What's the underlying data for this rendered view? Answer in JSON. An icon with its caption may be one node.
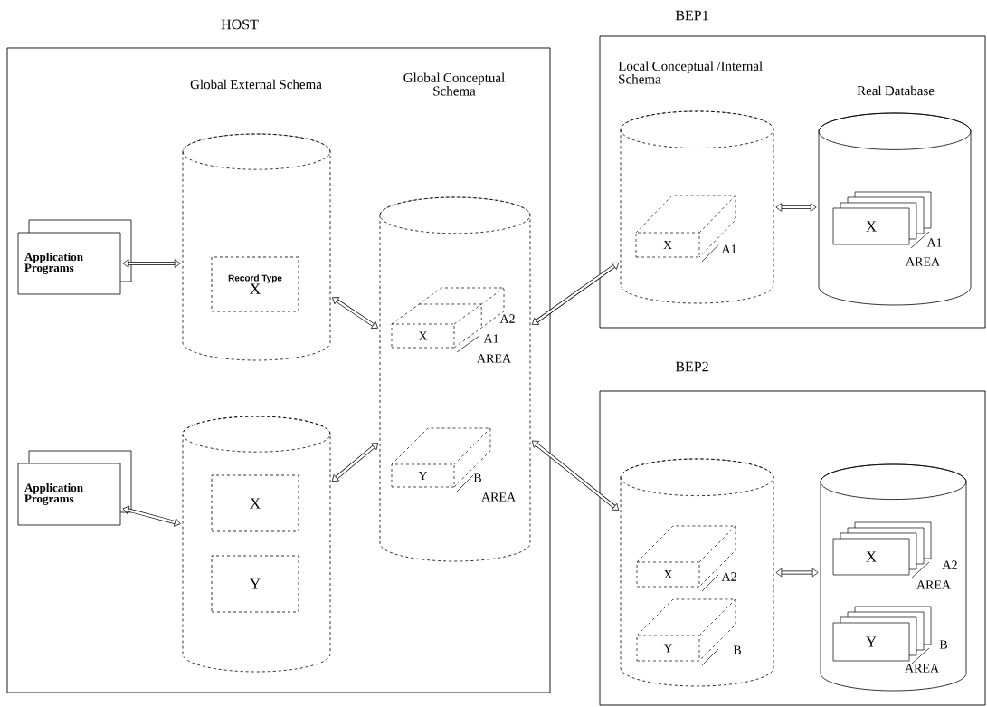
{
  "diagram": {
    "nodes": [
      {
        "text": [
          "HOST"
        ]
      },
      {
        "text": [
          "Application Programs"
        ],
        "in": 0
      },
      {
        "text": [],
        "shape": "cylinder",
        "in": 0
      },
      {
        "text": [
          "Record Type",
          "X"
        ],
        "in": 2
      },
      {
        "text": [
          "Application Programs"
        ],
        "in": 0
      },
      {
        "text": [],
        "shape": "cylinder",
        "in": 0
      },
      {
        "text": [
          "X"
        ],
        "in": 5
      },
      {
        "text": [
          "Y"
        ],
        "in": 5
      },
      {
        "text": [],
        "shape": "cylinder",
        "in": 0
      },
      {
        "text": [
          "X",
          "A1"
        ],
        "in": 8,
        "beside": [
          "A2",
          "AREA"
        ]
      },
      {
        "text": [
          "Y",
          "B"
        ],
        "in": 8,
        "beside": [
          "AREA"
        ]
      },
      {
        "text": [
          "BEP1"
        ]
      },
      {
        "text": [],
        "shape": "cylinder",
        "in": 11
      },
      {
        "text": [
          "X",
          "A1"
        ],
        "in": 12
      },
      {
        "text": [],
        "shape": "cylinder",
        "in": 11
      },
      {
        "text": [
          "X"
        ],
        "in": 14,
        "beside": [
          "A1",
          "AREA"
        ]
      },
      {
        "text": [
          "BEP2"
        ]
      },
      {
        "text": [],
        "shape": "cylinder",
        "in": 16
      },
      {
        "text": [
          "X",
          "A2"
        ],
        "in": 17
      },
      {
        "text": [
          "Y"
        ],
        "in": 17,
        "beside": [
          "B"
        ]
      },
      {
        "text": [],
        "shape": "cylinder",
        "in": 16
      },
      {
        "text": [
          "X"
        ],
        "in": 20,
        "beside": [
          "A2",
          "AREA"
        ]
      },
      {
        "text": [
          "Y"
        ],
        "in": 20,
        "beside": [
          "B",
          "AREA"
        ]
      }
    ],
    "edges": [
      {
        "from": 1,
        "to": 2,
        "arrow": "both"
      },
      {
        "from": 4,
        "to": 5,
        "arrow": "both"
      },
      {
        "from": 2,
        "to": 8,
        "arrow": "both"
      },
      {
        "from": 5,
        "to": 8,
        "arrow": "both"
      },
      {
        "from": 8,
        "to": 12,
        "arrow": "both"
      },
      {
        "from": 8,
        "to": 17,
        "arrow": "both"
      },
      {
        "from": 12,
        "to": 14,
        "arrow": "both"
      },
      {
        "from": 17,
        "to": 20,
        "arrow": "both"
      }
    ],
    "labels": [
      "Global External Schema",
      "Global Conceptual Schema",
      "Local Conceptual /Internal Schema",
      "Real Database"
    ]
  }
}
